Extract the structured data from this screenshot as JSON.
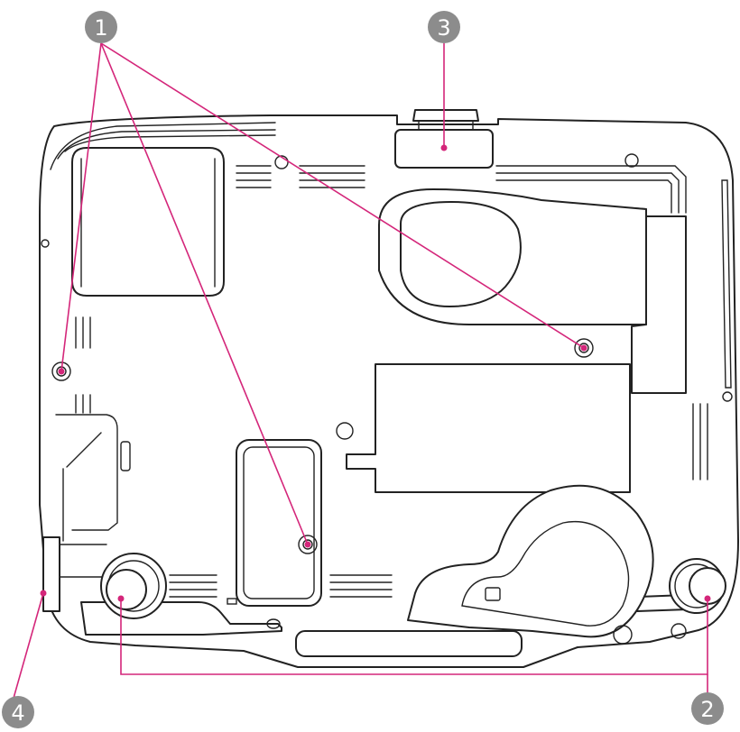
{
  "callouts": [
    {
      "number": "1"
    },
    {
      "number": "2"
    },
    {
      "number": "3"
    },
    {
      "number": "4"
    }
  ],
  "colors": {
    "leader": "#d4267a",
    "badge": "#8c8c8c",
    "drawing": "#222222"
  }
}
